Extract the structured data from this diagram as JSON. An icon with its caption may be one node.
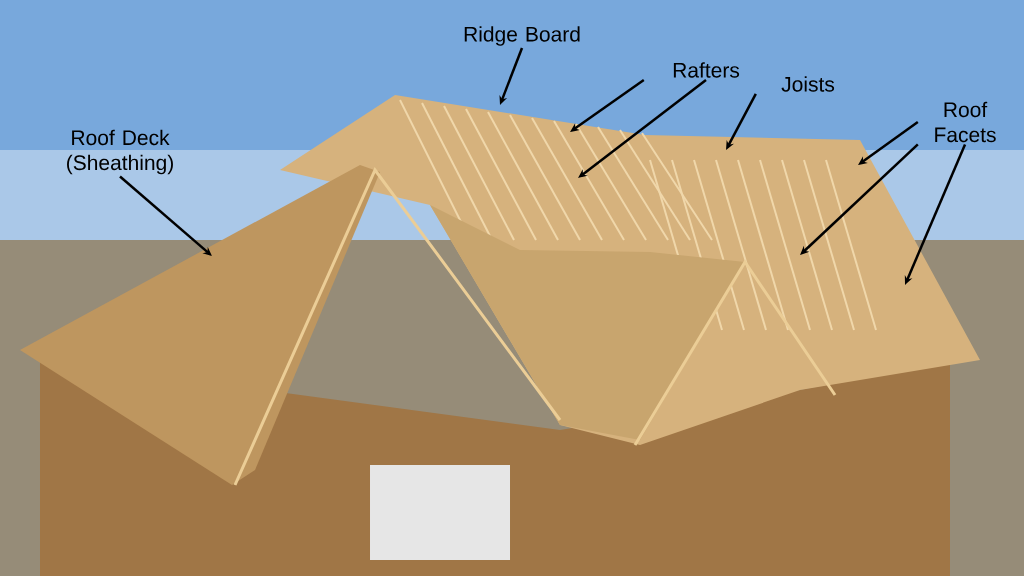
{
  "diagram": {
    "nodes": [
      {
        "text": [
          "Ridge Board"
        ]
      },
      {
        "text": [
          "Rafters"
        ]
      },
      {
        "text": [
          "Joists"
        ]
      },
      {
        "text": [
          "Roof Facets"
        ]
      },
      {
        "text": [
          "Roof Deck (Sheathing)"
        ]
      }
    ],
    "edges": [
      {
        "from": 0,
        "to": null,
        "arrow": "to"
      },
      {
        "from": 1,
        "to": null,
        "arrow": "to"
      },
      {
        "from": 1,
        "to": null,
        "arrow": "to"
      },
      {
        "from": 2,
        "to": null,
        "arrow": "to"
      },
      {
        "from": 3,
        "to": null,
        "arrow": "to"
      },
      {
        "from": 3,
        "to": null,
        "arrow": "to"
      },
      {
        "from": 3,
        "to": null,
        "arrow": "to"
      },
      {
        "from": 4,
        "to": null,
        "arrow": "to"
      }
    ]
  }
}
